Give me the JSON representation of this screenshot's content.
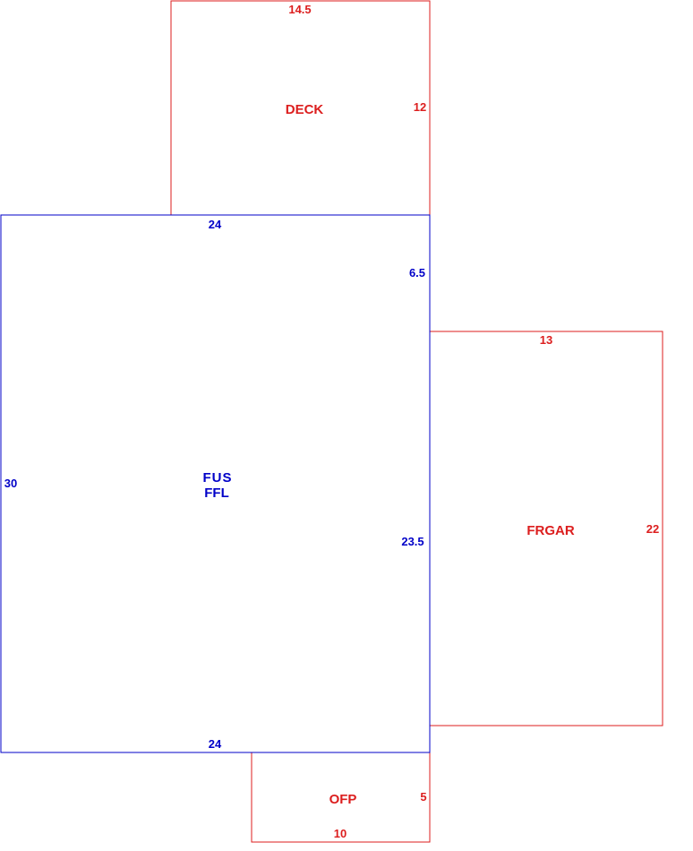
{
  "colors": {
    "main": "#0000c8",
    "addition": "#dc1e1e"
  },
  "sketch": {
    "deck": {
      "label": "DECK",
      "top_dim": "14.5",
      "right_dim": "12"
    },
    "main": {
      "label_line1": "FUS",
      "label_line2": "FFL",
      "top_dim": "24",
      "bottom_dim": "24",
      "left_dim": "30",
      "right_upper_dim": "6.5",
      "right_lower_dim": "23.5"
    },
    "garage": {
      "label": "FRGAR",
      "top_dim": "13",
      "right_dim": "22"
    },
    "porch": {
      "label": "OFP",
      "right_dim": "5",
      "bottom_dim": "10"
    }
  }
}
